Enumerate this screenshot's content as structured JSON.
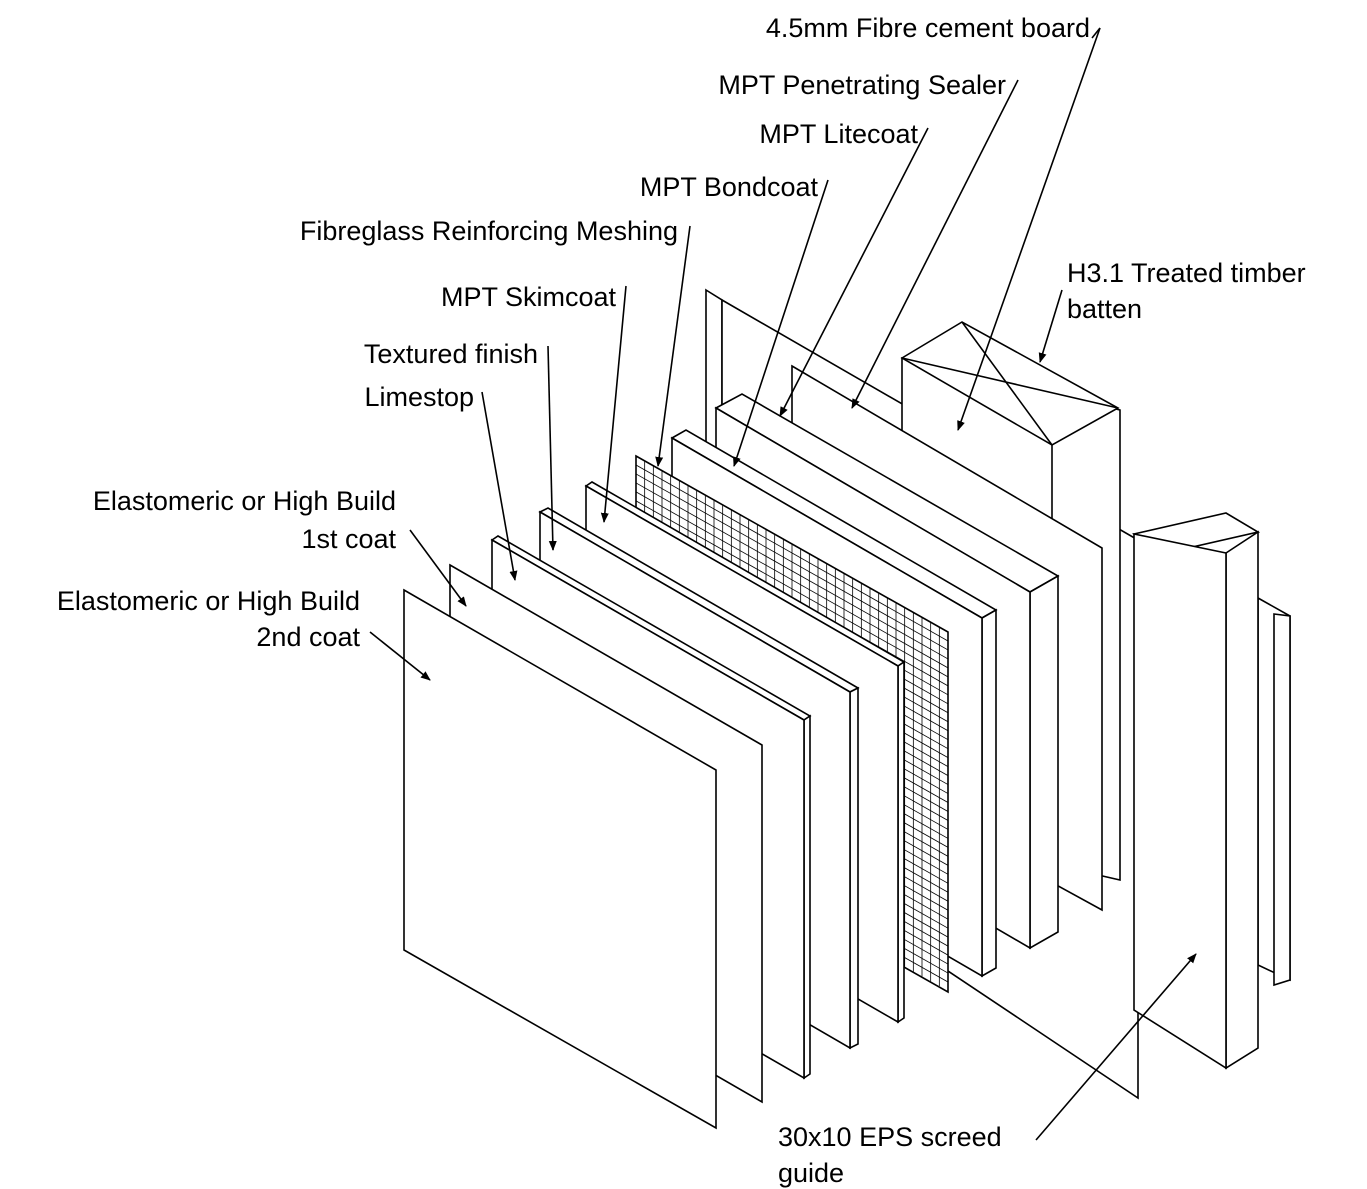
{
  "labels": {
    "fibre_cement_board": "4.5mm Fibre cement board",
    "penetrating_sealer": "MPT Penetrating Sealer",
    "litecoat": "MPT Litecoat",
    "bondcoat": "MPT Bondcoat",
    "fibreglass_mesh": "Fibreglass Reinforcing Meshing",
    "skimcoat": "MPT Skimcoat",
    "textured_finish": "Textured finish",
    "limestop": "Limestop",
    "elastomeric_1st_line1": "Elastomeric or High Build",
    "elastomeric_1st_line2": "1st coat",
    "elastomeric_2nd_line1": "Elastomeric or High Build",
    "elastomeric_2nd_line2": "2nd coat",
    "timber_batten_line1": "H3.1 Treated timber",
    "timber_batten_line2": "batten",
    "eps_screed_line1": "30x10 EPS screed",
    "eps_screed_line2": "guide"
  }
}
